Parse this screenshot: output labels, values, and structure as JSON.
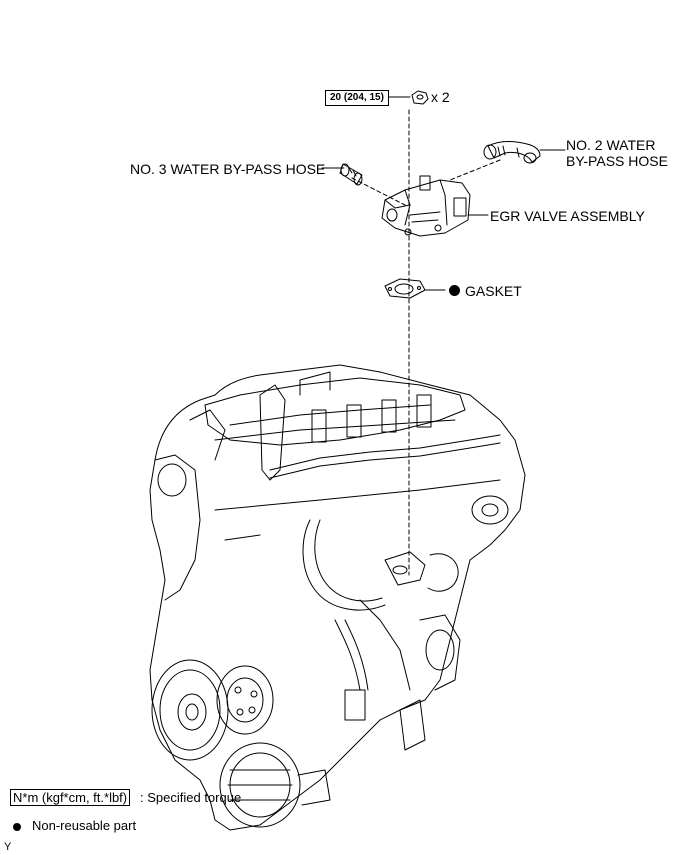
{
  "torque_spec": {
    "value": "20 (204, 15)",
    "multiplier": "x 2"
  },
  "parts": {
    "no2_hose": "NO. 2 WATER\nBY-PASS HOSE",
    "no2_hose_line1": "NO. 2 WATER",
    "no2_hose_line2": "BY-PASS HOSE",
    "no3_hose": "NO. 3 WATER BY-PASS HOSE",
    "egr_valve": "EGR VALVE ASSEMBLY",
    "gasket": "GASKET"
  },
  "legend": {
    "torque_units": "N*m (kgf*cm, ft.*lbf)",
    "torque_desc": ": Specified torque",
    "nonreusable_desc": "Non-reusable part"
  },
  "figure_code": "Y"
}
